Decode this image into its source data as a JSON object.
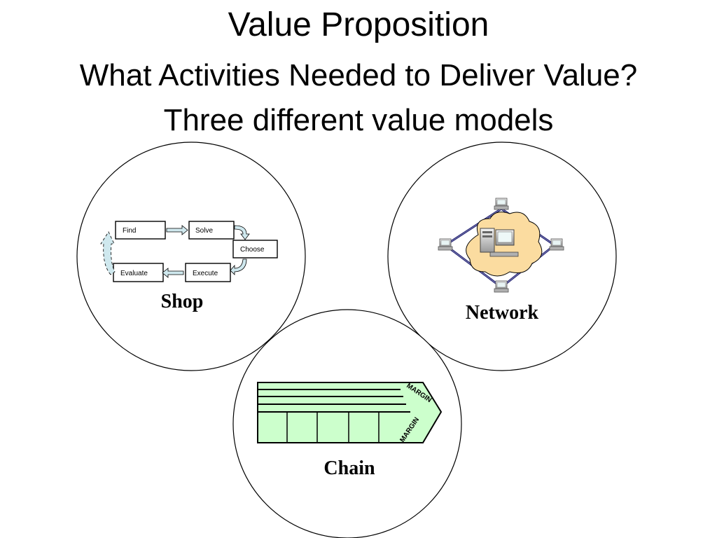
{
  "slide": {
    "title": "Value Proposition",
    "subtitle": "What Activities Needed to Deliver Value?",
    "subtitle2": "Three different value models"
  },
  "shop": {
    "label": "Shop",
    "steps": [
      "Find",
      "Solve",
      "Choose",
      "Execute",
      "Evaluate"
    ]
  },
  "network": {
    "label": "Network"
  },
  "chain": {
    "label": "Chain",
    "margin_upper": "MARGIN",
    "margin_lower": "MARGIN"
  },
  "colors": {
    "arrow_fill": "#cfe8ee",
    "cloud_fill": "#fbdca0",
    "chain_fill": "#ccffcc",
    "network_line": "#1a1a6e"
  }
}
